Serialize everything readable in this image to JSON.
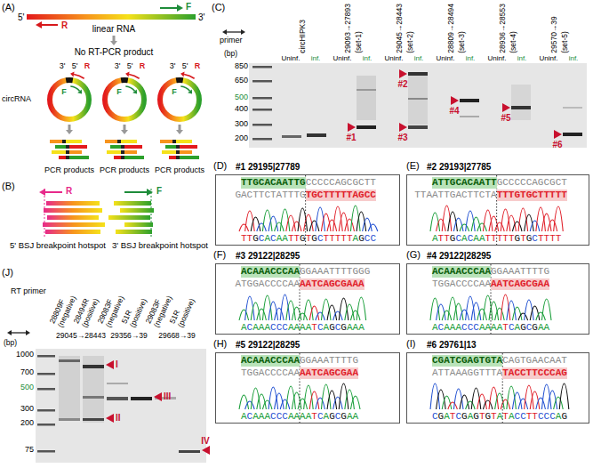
{
  "diagram": {
    "nodes": [
      {
        "text": [
          "#1 29195|27789",
          "TTGCACAATTG",
          "CCCCCAGCGCTT",
          "GACTTCTATTTG",
          "TGCTTTTTAGCC",
          "TTGCACAATTGTGCTTTTTAGCC"
        ]
      },
      {
        "text": [
          "#2 29193|27785",
          "ATTGCACAATT",
          "GCCCCCAGCGCT",
          "TTAATTGACTTCTA",
          "TTTGTGCTTTTT",
          "ATTGCACAATTTTTGTGCTTTT"
        ]
      },
      {
        "text": [
          "#3 29122|28295",
          "ACAAACCCAA",
          "GGAAATTTTGGG",
          "ATGGACCCCAA",
          "AATCAGCGAAA",
          "ACAAACCCAAAATCAGCGAAA"
        ]
      },
      {
        "text": [
          "#4 29122|28295",
          "ACAAACCCAA",
          "GGAAATTTTG",
          "TGGACCCCAA",
          "AATCAGCGAA",
          "ACAAACCCAAAATCAGCGAA"
        ]
      },
      {
        "text": [
          "#5 29122|28295",
          "ACAAACCCAA",
          "GGAAATTTTG",
          "TGGACCCCAA",
          "AATCAGCGAA",
          "ACAAACCCAAAATCAGCGAA"
        ]
      },
      {
        "text": [
          "#6 29761|13",
          "CGATCGAGTGTA",
          "CAGTGAACAAT",
          "ATTAAAGGTTTA",
          "TACCTTCCCAG",
          "CGATCGAGTGTATACCTTCCCAG"
        ]
      }
    ],
    "labels": [
      "(A)",
      "(B)",
      "(C)",
      "(D)",
      "(E)",
      "(F)",
      "(G)",
      "(H)",
      "(I)",
      "(J)",
      "5'",
      "3'",
      "F",
      "R",
      "linear RNA",
      "No RT-PCR product",
      "3'",
      "5'",
      "R",
      "F",
      "circRNA",
      "3'",
      "5'",
      "R",
      "F",
      "3'",
      "5'",
      "R",
      "F",
      "PCR products",
      "PCR products",
      "PCR products",
      "R",
      "F",
      "5' BSJ breakpoint hotspot",
      "3' BSJ breakpoint hotspot",
      "primer",
      "circHIPK3",
      "29093→27893",
      "(set-1)",
      "29045→28443",
      "(set-2)",
      "28809→28494",
      "(set-3)",
      "28936→28553",
      "(set-4)",
      "29570→39",
      "(set-5)",
      "Uninf.",
      "inf.",
      "Uninf.",
      "inf.",
      "Uninf.",
      "inf.",
      "Uninf.",
      "inf.",
      "Uninf.",
      "inf.",
      "Uninf.",
      "inf.",
      "(bp)",
      "850",
      "650",
      "500",
      "400",
      "300",
      "200",
      "#1",
      "#2",
      "#3",
      "#4",
      "#5",
      "#6",
      "RT primer",
      "28809F (negative)",
      "28494R (positive)",
      "29083F (negative)",
      "51R (positive)",
      "29083F (negative)",
      "51R (positive)",
      "29045→28443",
      "29356→39",
      "29668→39",
      "(bp)",
      "1000",
      "700",
      "500",
      "300",
      "200",
      "75",
      "I",
      "II",
      "III",
      "IV"
    ]
  }
}
